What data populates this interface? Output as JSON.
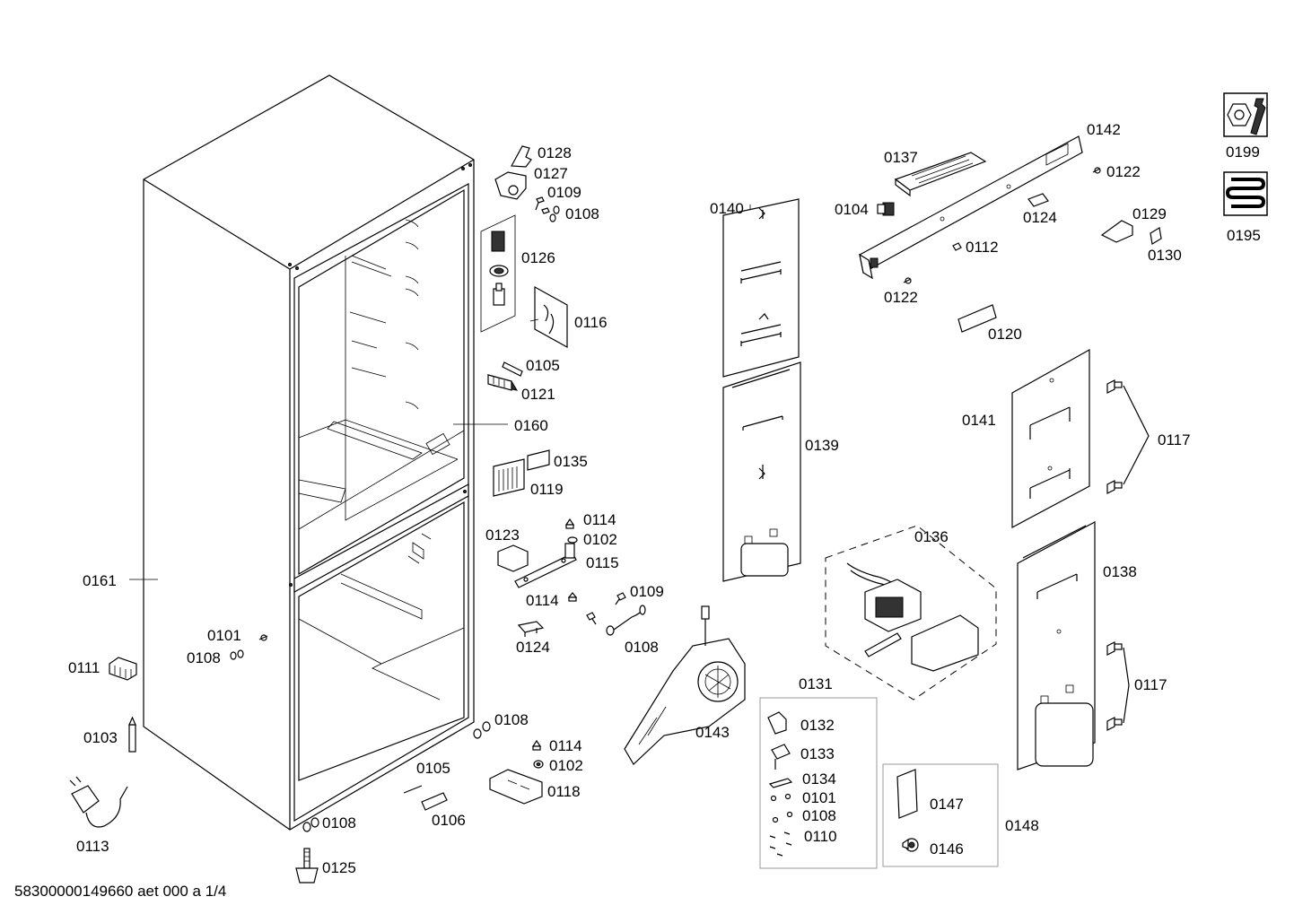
{
  "parts": {
    "p0161": "0161",
    "p0101a": "0101",
    "p0108a": "0108",
    "p0111": "0111",
    "p0103": "0103",
    "p0113": "0113",
    "p0108b": "0108",
    "p0125": "0125",
    "p0128": "0128",
    "p0127": "0127",
    "p0109a": "0109",
    "p0108c": "0108",
    "p0126": "0126",
    "p0116": "0116",
    "p0105a": "0105",
    "p0121": "0121",
    "p0160": "0160",
    "p0135": "0135",
    "p0119": "0119",
    "p0123": "0123",
    "p0114a": "0114",
    "p0102a": "0102",
    "p0115": "0115",
    "p0114b": "0114",
    "p0109b": "0109",
    "p0124a": "0124",
    "p0108d": "0108",
    "p0108e": "0108",
    "p0114c": "0114",
    "p0102b": "0102",
    "p0118": "0118",
    "p0105b": "0105",
    "p0106": "0106",
    "p0143": "0143",
    "p0140": "0140",
    "p0139": "0139",
    "p0137": "0137",
    "p0104": "0104",
    "p0142": "0142",
    "p0122a": "0122",
    "p0124b": "0124",
    "p0112": "0112",
    "p0122b": "0122",
    "p0129": "0129",
    "p0130": "0130",
    "p0120": "0120",
    "p0141": "0141",
    "p0117a": "0117",
    "p0136": "0136",
    "p0138": "0138",
    "p0117b": "0117",
    "p0131": "0131",
    "p0132": "0132",
    "p0133": "0133",
    "p0134": "0134",
    "p0101b": "0101",
    "p0108f": "0108",
    "p0110": "0110",
    "p0147": "0147",
    "p0146": "0146",
    "p0148": "0148",
    "p0199": "0199",
    "p0195": "0195"
  },
  "footer": "58300000149660 aet 000 a 1/4",
  "icons": {
    "p0199": "nut-and-wrench-icon",
    "p0195": "condenser-coil-icon"
  }
}
